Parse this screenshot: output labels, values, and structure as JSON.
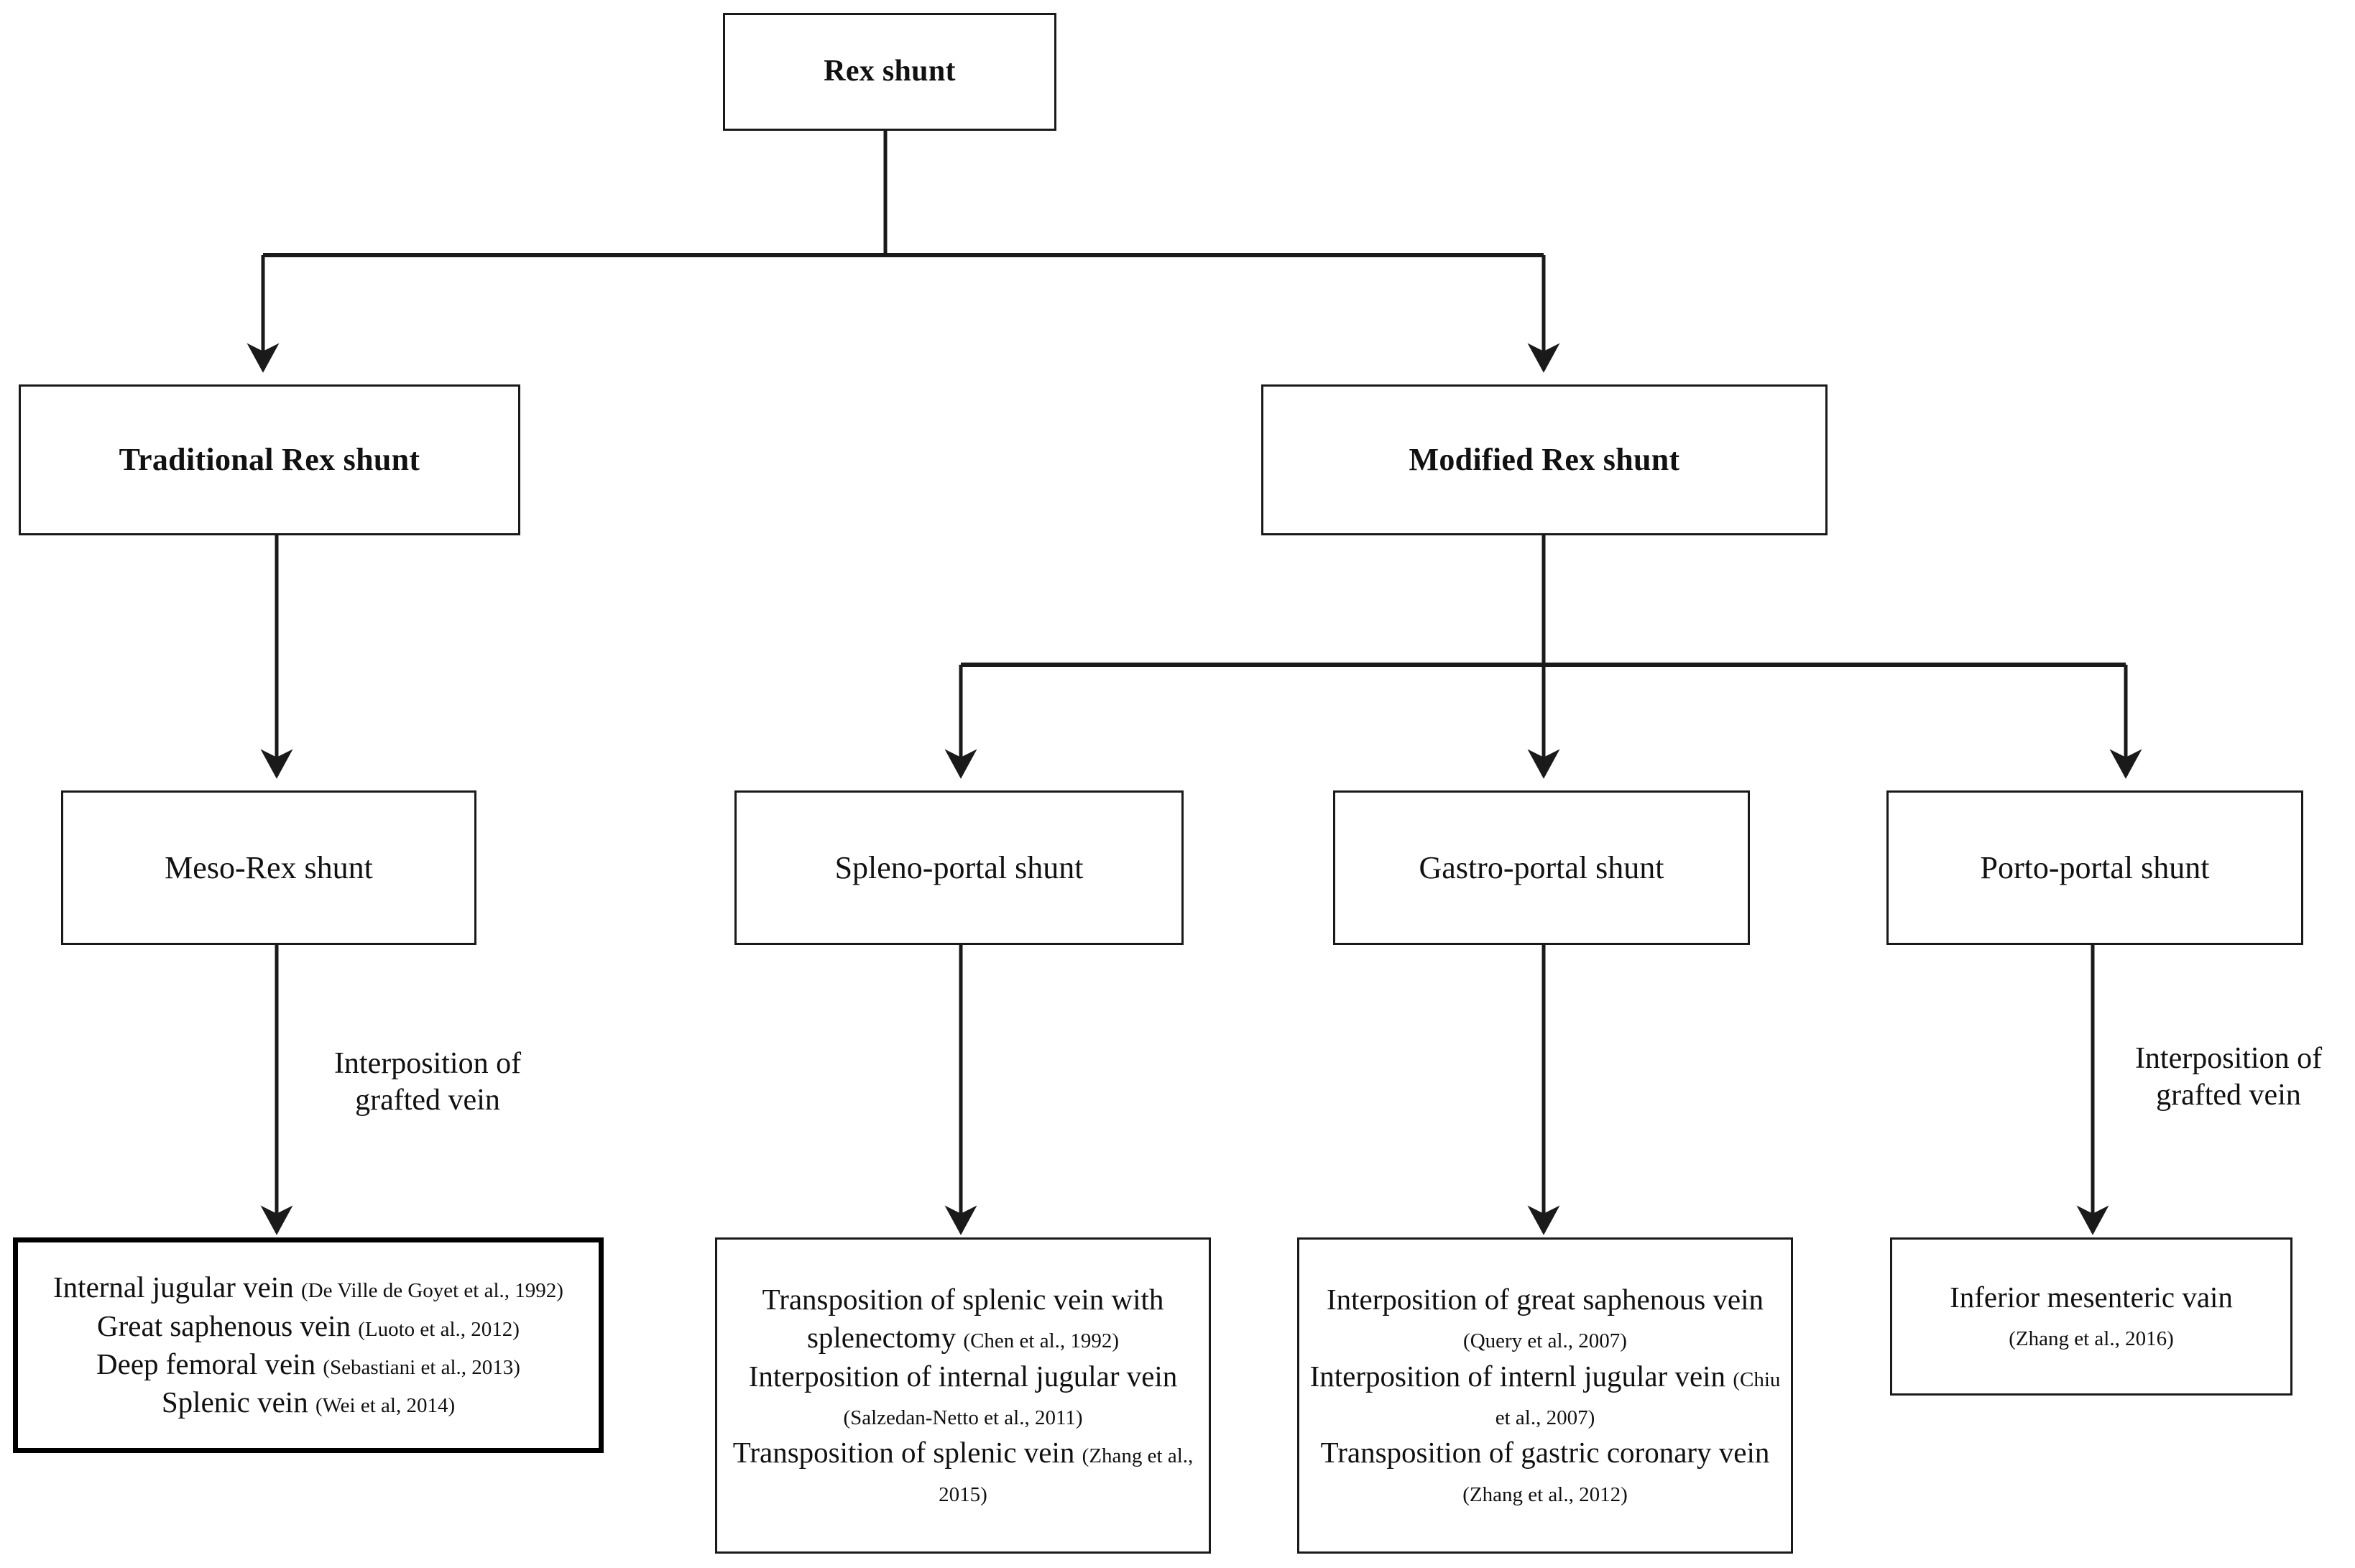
{
  "diagram": {
    "title": "Rex shunt classification flowchart",
    "accent_color": "#1a1a1a",
    "background": "#ffffff"
  },
  "nodes": {
    "root": {
      "label": "Rex shunt"
    },
    "traditional": {
      "label": "Traditional Rex shunt"
    },
    "modified": {
      "label": "Modified Rex shunt"
    },
    "meso_rex": {
      "label": "Meso-Rex shunt"
    },
    "spleno_portal": {
      "label": "Spleno-portal shunt"
    },
    "gastro_portal": {
      "label": "Gastro-portal shunt"
    },
    "porto_portal": {
      "label": "Porto-portal shunt"
    }
  },
  "edge_labels": {
    "meso_rex_graft": "Interposition of\ngrafted vein",
    "porto_portal_graft": "Interposition of\ngrafted vein"
  },
  "leaves": {
    "meso_rex_leaf": {
      "entries": [
        {
          "text": "Internal jugular vein ",
          "citation": "(De Ville de Goyet et al., 1992)"
        },
        {
          "text": "Great saphenous vein ",
          "citation": "(Luoto et al., 2012)"
        },
        {
          "text": "Deep femoral vein ",
          "citation": "(Sebastiani et al., 2013)"
        },
        {
          "text": "Splenic vein ",
          "citation": "(Wei et al, 2014)"
        }
      ]
    },
    "spleno_portal_leaf": {
      "entries": [
        {
          "text": "Transposition of splenic vein with splenectomy ",
          "citation": "(Chen et al., 1992)"
        },
        {
          "text": "Interposition of internal jugular vein ",
          "citation": "(Salzedan-Netto et al., 2011)"
        },
        {
          "text": "Transposition of splenic vein ",
          "citation": "(Zhang et al., 2015)"
        }
      ]
    },
    "gastro_portal_leaf": {
      "entries": [
        {
          "text": "Interposition of great saphenous vein ",
          "citation": "(Query et al., 2007)"
        },
        {
          "text": "Interposition of internl jugular vein ",
          "citation": "(Chiu et al., 2007)"
        },
        {
          "text": "Transposition of gastric coronary vein ",
          "citation": "(Zhang et al., 2012)"
        }
      ]
    },
    "porto_portal_leaf": {
      "entries": [
        {
          "text": "Inferior mesenteric vain ",
          "citation": "(Zhang et al., 2016)"
        }
      ]
    }
  }
}
